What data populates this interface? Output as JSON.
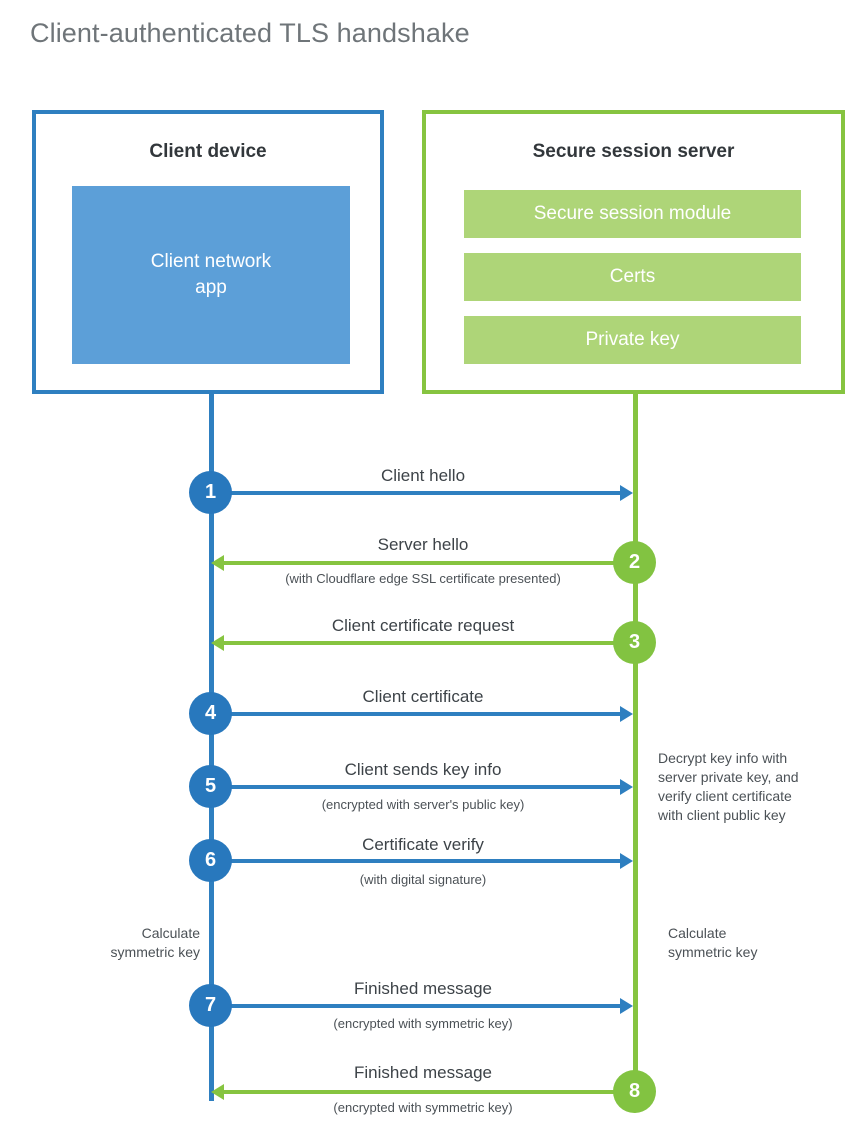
{
  "title": "Client-authenticated TLS handshake",
  "colors": {
    "client_blue": "#2e7fc0",
    "client_badge_blue": "#2878bd",
    "client_app_blue": "#5c9fd8",
    "server_green": "#86c440",
    "server_badge_green": "#82c341",
    "server_bar_green": "#aed578",
    "text_gray": "#3d4348",
    "title_gray": "#6f7579",
    "background": "#ffffff"
  },
  "client": {
    "title": "Client device",
    "app": {
      "line1": "Client network",
      "line2": "app"
    },
    "calculate_note": {
      "line1": "Calculate",
      "line2": "symmetric key"
    }
  },
  "server": {
    "title": "Secure session server",
    "bars": [
      {
        "label": "Secure session module"
      },
      {
        "label": "Certs"
      },
      {
        "label": "Private key"
      }
    ],
    "decrypt_note": {
      "line1": "Decrypt key info with",
      "line2": "server private key, and",
      "line3": "verify client certificate",
      "line4": "with client public key"
    },
    "calculate_note": {
      "line1": "Calculate",
      "line2": "symmetric key"
    }
  },
  "steps": [
    {
      "number": "1",
      "label": "Client hello",
      "sublabel": "",
      "direction": "client-to-server",
      "color": "blue"
    },
    {
      "number": "2",
      "label": "Server hello",
      "sublabel": "(with Cloudflare edge SSL certificate presented)",
      "direction": "server-to-client",
      "color": "green"
    },
    {
      "number": "3",
      "label": "Client certificate request",
      "sublabel": "",
      "direction": "server-to-client",
      "color": "green"
    },
    {
      "number": "4",
      "label": "Client certificate",
      "sublabel": "",
      "direction": "client-to-server",
      "color": "blue"
    },
    {
      "number": "5",
      "label": "Client sends key info",
      "sublabel": "(encrypted with server's public key)",
      "direction": "client-to-server",
      "color": "blue"
    },
    {
      "number": "6",
      "label": "Certificate verify",
      "sublabel": "(with digital signature)",
      "direction": "client-to-server",
      "color": "blue"
    },
    {
      "number": "7",
      "label": "Finished message",
      "sublabel": "(encrypted with symmetric key)",
      "direction": "client-to-server",
      "color": "blue"
    },
    {
      "number": "8",
      "label": "Finished message",
      "sublabel": "(encrypted with symmetric key)",
      "direction": "server-to-client",
      "color": "green"
    }
  ]
}
